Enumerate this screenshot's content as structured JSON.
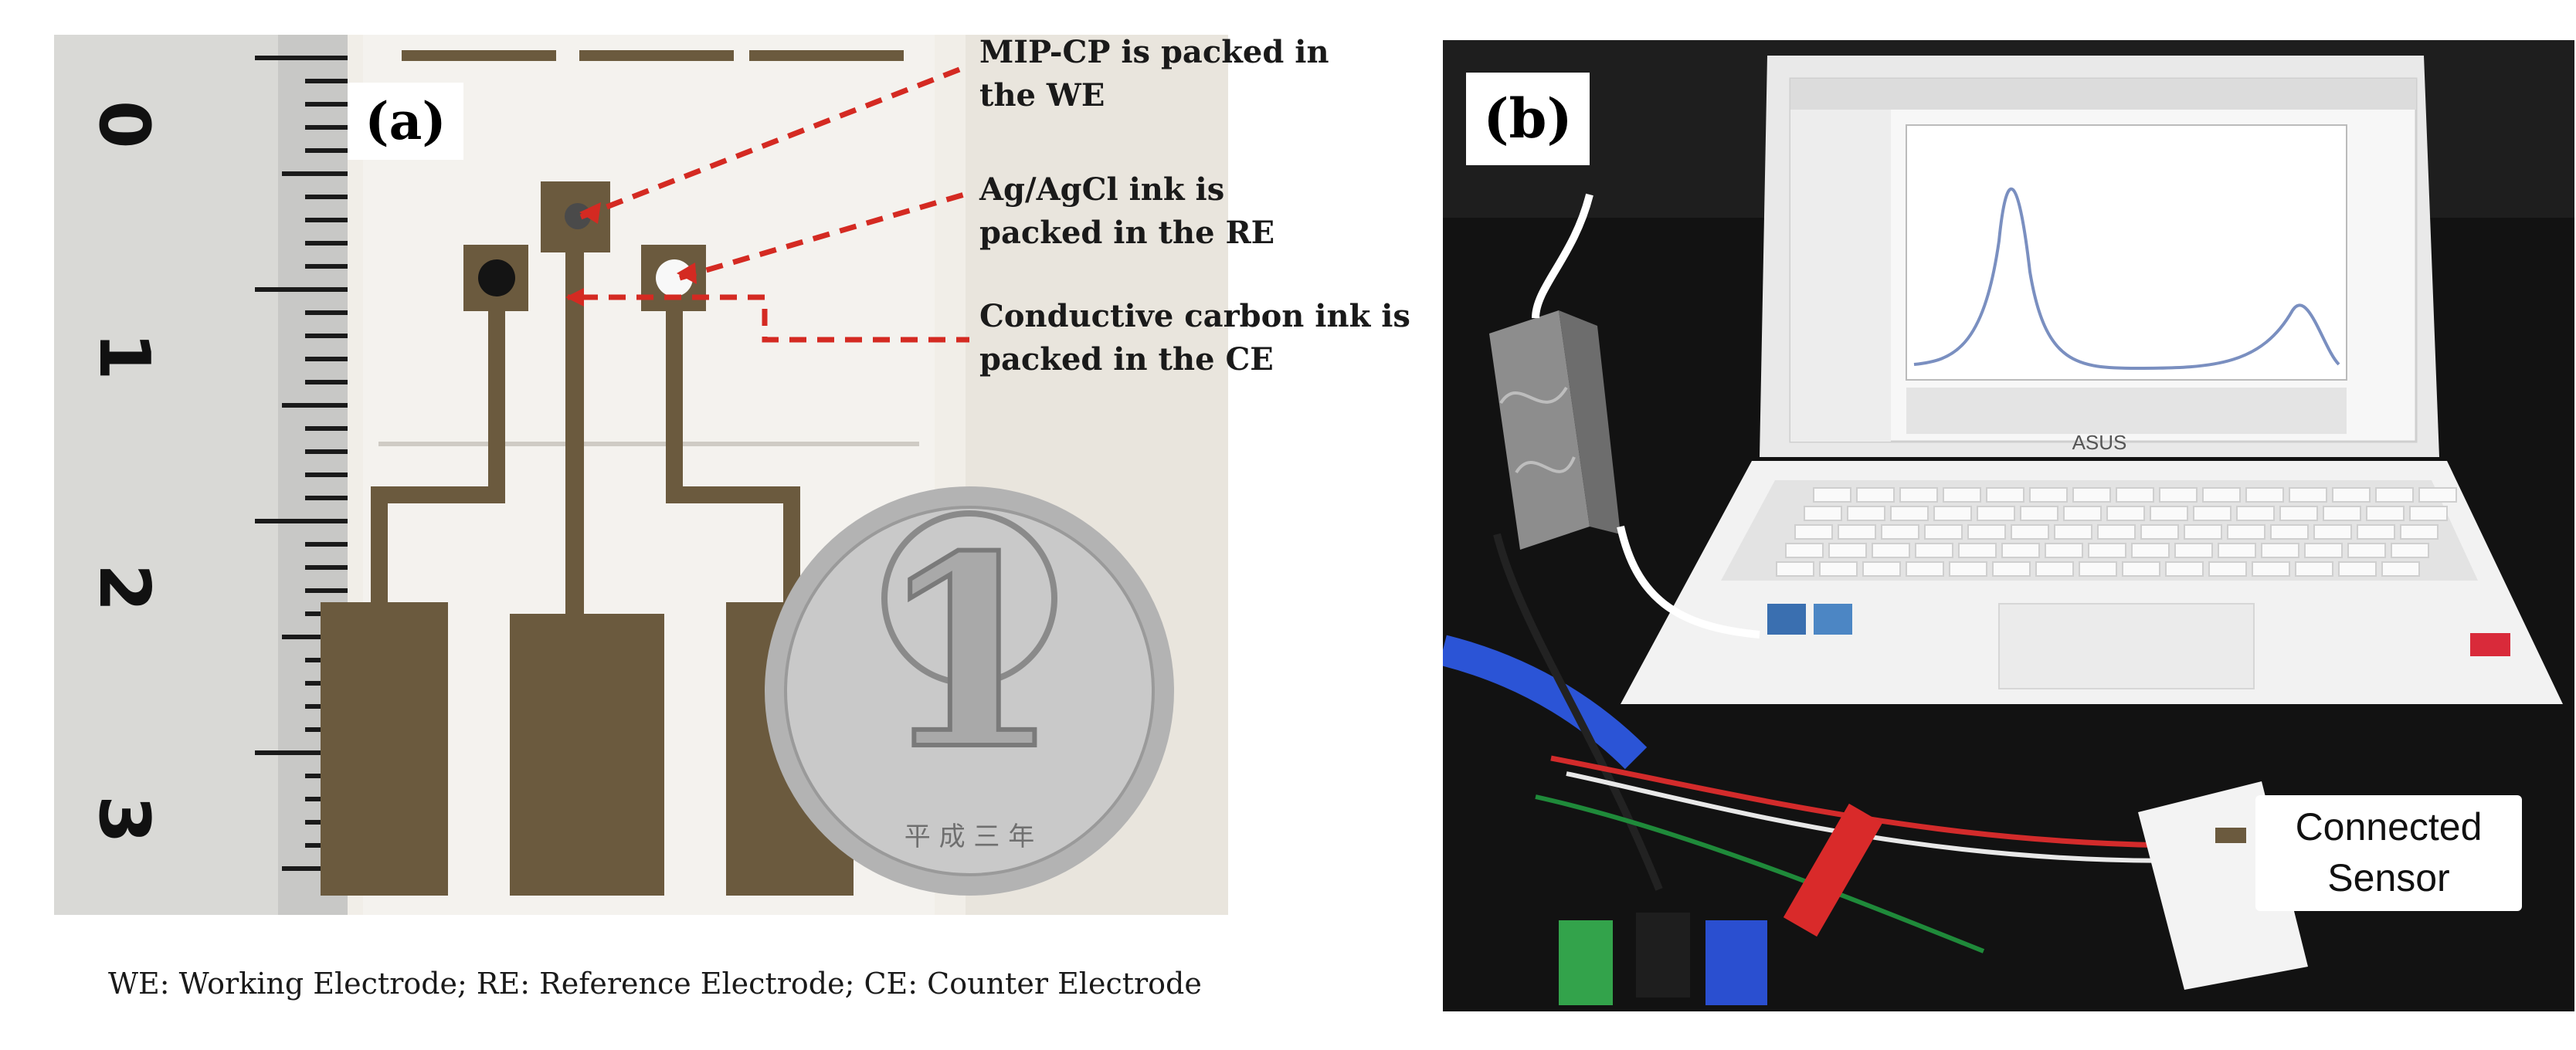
{
  "panel_a": {
    "label": "(a)",
    "ruler_marks": [
      "0",
      "1",
      "2",
      "3"
    ],
    "coin_glyph": "1",
    "coin_text": "平 成 三 年",
    "annotations": [
      "MIP-CP is packed in\nthe WE",
      "Ag/AgCl ink is\npacked in the RE",
      "Conductive carbon ink is\npacked in the CE"
    ],
    "caption": "WE: Working Electrode; RE: Reference Electrode; CE: Counter Electrode"
  },
  "panel_b": {
    "label": "(b)",
    "laptop_brand": "ASUS",
    "callout": "Connected\nSensor"
  },
  "colors": {
    "electrode": "#6b5a3e",
    "annotation_line": "#d42a22",
    "bench": "#121212",
    "laptop": "#f2f2f2"
  }
}
